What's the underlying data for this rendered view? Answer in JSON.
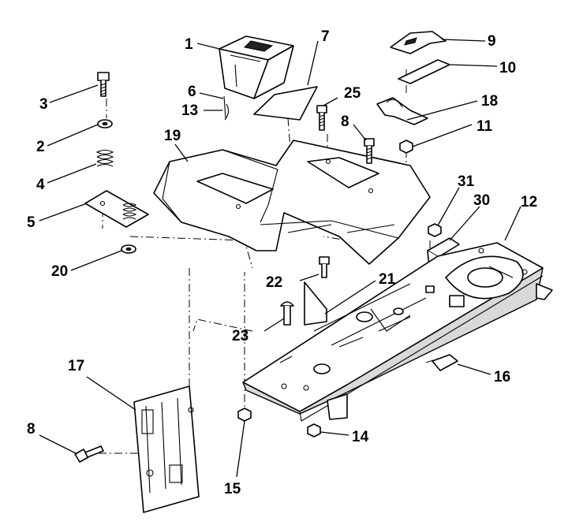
{
  "callouts": {
    "c1": "1",
    "c2": "2",
    "c3": "3",
    "c4": "4",
    "c5": "5",
    "c6": "6",
    "c8a": "8",
    "c8b": "8",
    "c9": "9",
    "c10": "10",
    "c11": "11",
    "c12": "12",
    "c13": "13",
    "c14": "14",
    "c15": "15",
    "c16": "16",
    "c17": "17",
    "c18": "18",
    "c19": "19",
    "c20": "20",
    "c21": "21",
    "c22": "22",
    "c23": "23",
    "c25": "25",
    "c30": "30",
    "c31": "31"
  },
  "parts": {
    "p1": "seat-pan-tray-icon",
    "p2": "washer-icon",
    "p3": "bolt-icon",
    "p4": "spring-icon",
    "p5": "bracket-plate-icon",
    "p9": "clip-icon",
    "p10": "strap-icon",
    "p11": "nut-icon",
    "p12": "frame-icon",
    "p16": "bracket-icon",
    "p17": "front-plate-icon",
    "p18": "saddle-clamp-icon",
    "p19": "fender-body-icon",
    "p25": "decal-icon"
  }
}
